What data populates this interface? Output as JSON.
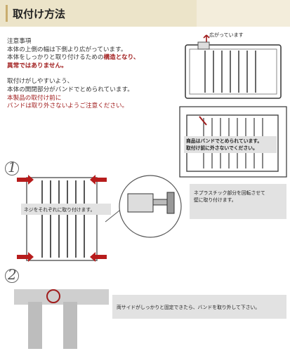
{
  "title": "取付け方法",
  "notes": {
    "heading": "注意事項",
    "line1": "本体の上側の幅は下側より広がっています。",
    "line2a": "本体をしっかりと取り付けるための",
    "line2b": "構造となり、",
    "line3": "異常ではありません。",
    "line4": "取付けがしやすいよう、",
    "line5": "本体の開閉部分がバンドでとめられています。",
    "line6": "本製品の取付け前に",
    "line7": "バンドは取り外さないようご注意ください。"
  },
  "figure_top": {
    "label": "広がっています"
  },
  "figure_band": {
    "label1": "商品はバンドでとめられています。",
    "label2": "取付け前に外さないでください。"
  },
  "step1": {
    "number": "1",
    "screw_note": "ネジをそれぞれに取り付けます。",
    "side_note1": "ネプラスチック部分を回転させて",
    "side_note2": "壁に取り付けます。"
  },
  "step2": {
    "number": "2",
    "note": "両サイドがしっかりと固定できたら、バンドを取り外して下さい。"
  },
  "colors": {
    "accent_red": "#a01c1c",
    "header_bg": "#ece4c9",
    "arrow_red": "#b71c1c"
  }
}
